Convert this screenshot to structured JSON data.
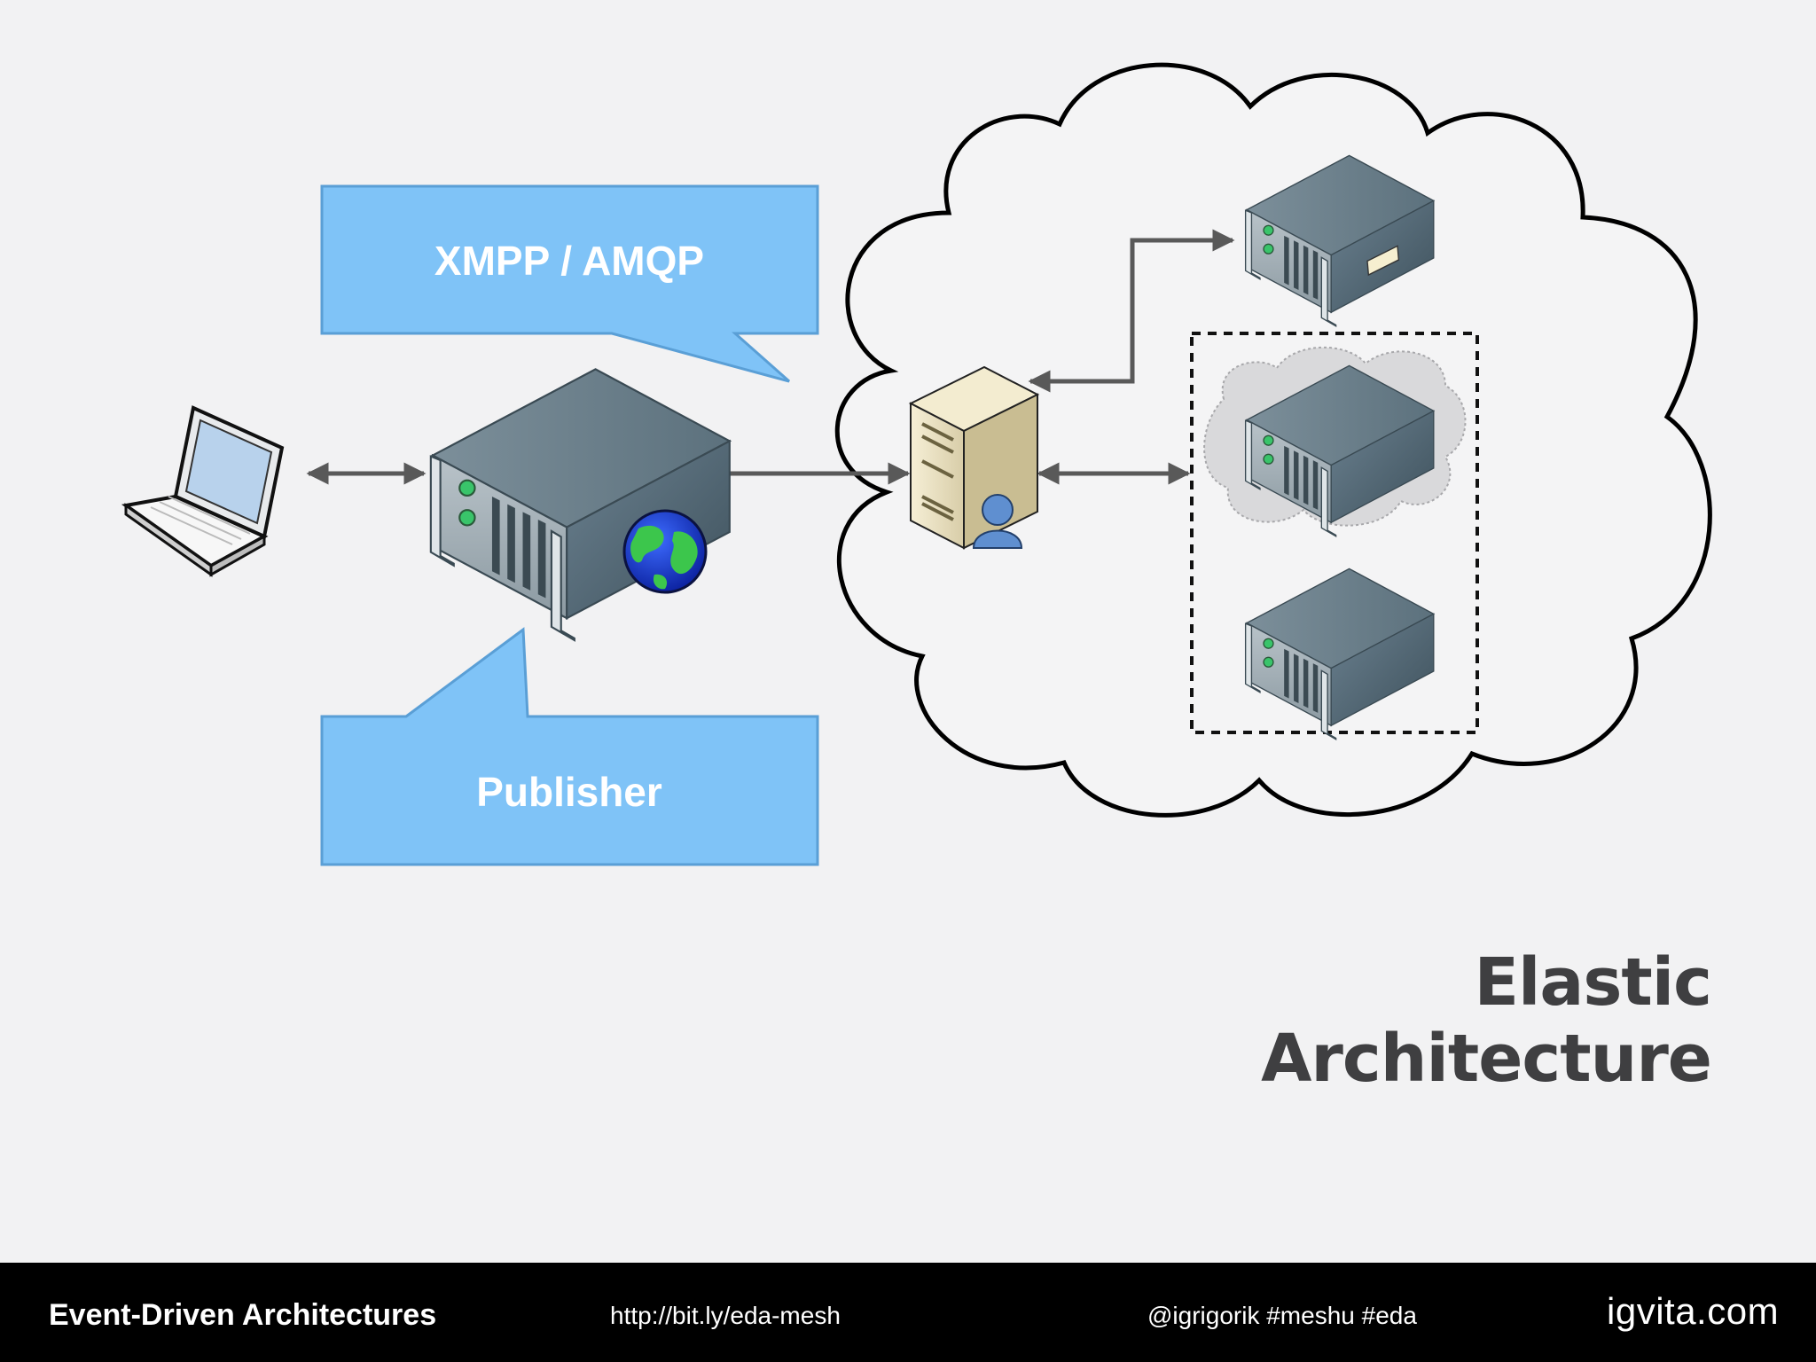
{
  "callouts": {
    "protocol": "XMPP / AMQP",
    "publisher": "Publisher"
  },
  "slide_title": "Elastic Architecture",
  "footer": {
    "title": "Event-Driven Architectures",
    "link": "http://bit.ly/eda-mesh",
    "handle": "@igrigorik #meshu #eda",
    "brand": "igvita.com"
  },
  "colors": {
    "background": "#f2f2f3",
    "callout_fill": "#7fc3f7",
    "callout_border": "#5a9fd6",
    "server_body": "#5f7480",
    "arrow": "#555555",
    "footer_bg": "#000000"
  },
  "icons": [
    "laptop-icon",
    "server-icon",
    "globe-icon",
    "user-server-icon",
    "cloud-icon"
  ]
}
